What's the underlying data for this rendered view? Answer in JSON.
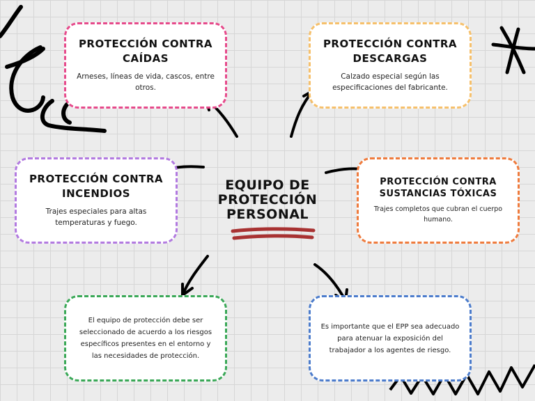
{
  "center": {
    "title": "EQUIPO DE PROTECCIÓN PERSONAL"
  },
  "cards": {
    "caidas": {
      "title": "PROTECCIÓN CONTRA CAÍDAS",
      "text": "Arneses, líneas de vida, cascos, entre otros.",
      "border_color": "#e64a8b"
    },
    "descargas": {
      "title": "PROTECCIÓN CONTRA DESCARGAS",
      "text": "Calzado especial según las especificaciones del fabricante.",
      "border_color": "#f6c06b"
    },
    "incendios": {
      "title": "PROTECCIÓN CONTRA INCENDIOS",
      "text": "Trajes especiales para altas temperaturas y fuego.",
      "border_color": "#b27ae0"
    },
    "toxicas": {
      "title": "PROTECCIÓN CONTRA SUSTANCIAS TÓXICAS",
      "text": "Trajes completos que cubran el cuerpo humano.",
      "border_color": "#ef7b3d"
    },
    "seleccion": {
      "text": "El equipo de protección debe ser seleccionado de acuerdo a los riesgos específicos presentes en el entorno y las necesidades de protección.",
      "border_color": "#3aa857"
    },
    "adecuado": {
      "text": "Es importante que el EPP sea adecuado para atenuar la exposición del trabajador a los agentes de riesgo.",
      "border_color": "#4c7ccc"
    }
  },
  "colors": {
    "background": "#ececec",
    "grid": "#d6d6d6",
    "underline": "#a83232",
    "ink": "#111111"
  }
}
